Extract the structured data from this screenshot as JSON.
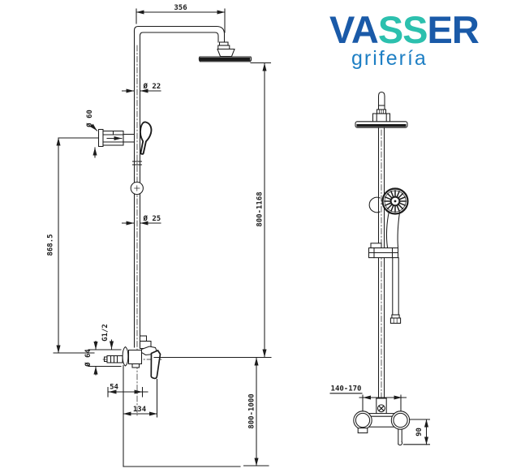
{
  "brand": {
    "wordmark": {
      "part1": "VA",
      "part2": "SS",
      "part3": "ER"
    },
    "subtitle": "grifería",
    "colors": {
      "wordmark_blue": "#1a5aa8",
      "wordmark_teal": "#2cc0ae",
      "subtitle_blue": "#1e7fc4"
    }
  },
  "drawing": {
    "ink_color": "#1c1c1c",
    "side_view": {
      "dims": {
        "arm_length": "356",
        "riser_diameter": "Ø 22",
        "holder_diameter": "Ø 60",
        "riser_height": "868.5",
        "lower_riser_diameter": "Ø 25",
        "overall_height_range": "800-1168",
        "thread_size": "G1/2",
        "escutcheon_diameter": "Ø 64",
        "valve_offset": "54",
        "valve_depth": "134",
        "install_height_range": "800-1000"
      }
    },
    "front_view": {
      "dims": {
        "inlet_spacing_range": "140-170",
        "valve_height": "90"
      }
    }
  }
}
